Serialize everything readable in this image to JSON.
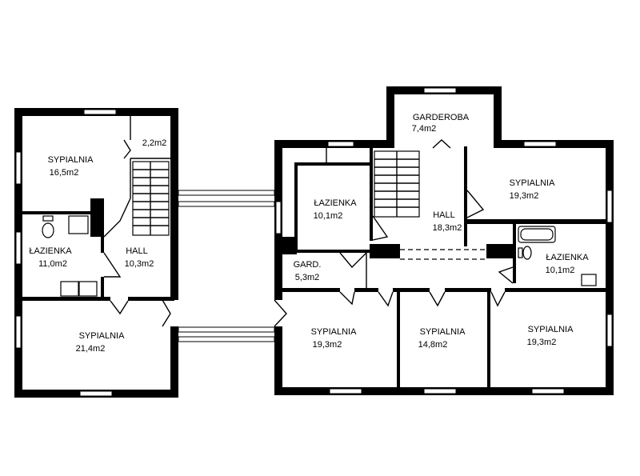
{
  "rooms": [
    {
      "key": "r1",
      "name": "SYPIALNIA",
      "area": "16,5m2"
    },
    {
      "key": "r2",
      "name": "",
      "area": "2,2m2"
    },
    {
      "key": "r3",
      "name": "ŁAZIENKA",
      "area": "11,0m2"
    },
    {
      "key": "r4",
      "name": "HALL",
      "area": "10,3m2"
    },
    {
      "key": "r5",
      "name": "SYPIALNIA",
      "area": "21,4m2"
    },
    {
      "key": "r6",
      "name": "GARDEROBA",
      "area": "7,4m2"
    },
    {
      "key": "r7",
      "name": "ŁAZIENKA",
      "area": "10,1m2"
    },
    {
      "key": "r8",
      "name": "HALL",
      "area": "18,3m2"
    },
    {
      "key": "r9",
      "name": "SYPIALNIA",
      "area": "19,3m2"
    },
    {
      "key": "r10",
      "name": "GARD.",
      "area": "5,3m2"
    },
    {
      "key": "r11",
      "name": "ŁAZIENKA",
      "area": "10,1m2"
    },
    {
      "key": "r12",
      "name": "SYPIALNIA",
      "area": "19,3m2"
    },
    {
      "key": "r13",
      "name": "SYPIALNIA",
      "area": "14,8m2"
    },
    {
      "key": "r14",
      "name": "SYPIALNIA",
      "area": "19,3m2"
    }
  ]
}
